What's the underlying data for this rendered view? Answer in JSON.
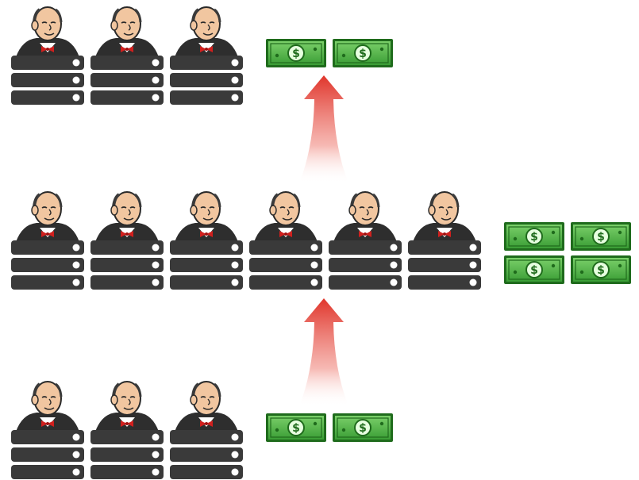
{
  "diagram": {
    "rows": [
      {
        "id": "top",
        "server_count": 3,
        "bill_count": 2
      },
      {
        "id": "middle",
        "server_count": 6,
        "bill_count": 4
      },
      {
        "id": "bottom",
        "server_count": 3,
        "bill_count": 2
      }
    ],
    "colors": {
      "server_body": "#3a3a3a",
      "server_slot_light": "#ffffff",
      "bill_green": "#3fae3a",
      "bill_dark": "#1f6b1c",
      "bill_light": "#8fdc7e",
      "arrow_red": "#e0352b",
      "butler_skin": "#f1c6a0",
      "butler_tie": "#d0201e"
    },
    "icons": {
      "server": "jenkins-butler-server-icon",
      "money": "dollar-bill-icon",
      "arrow": "upward-arrow-icon"
    }
  }
}
